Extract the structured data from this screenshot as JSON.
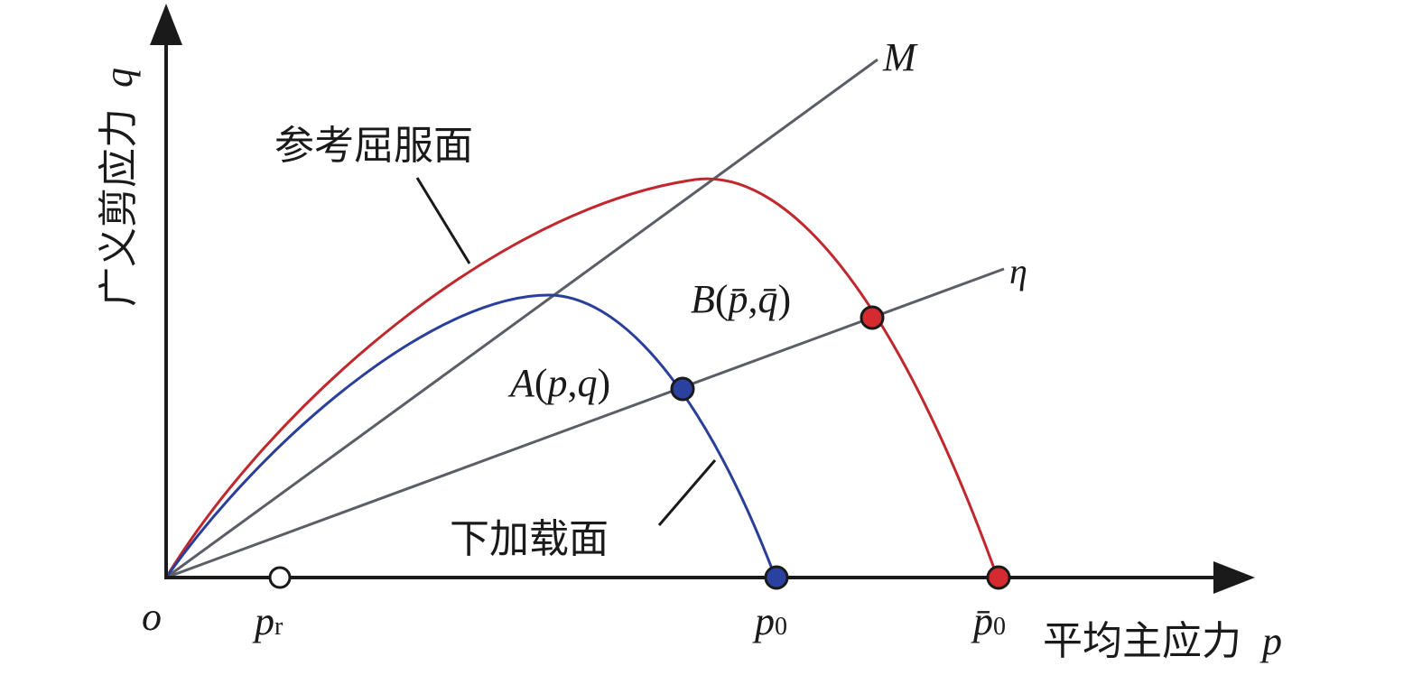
{
  "axes": {
    "y_label_cn": "广义剪应力",
    "y_label_var": "q",
    "x_label_cn": "平均主应力",
    "x_label_var": "p",
    "origin": "o"
  },
  "lines": {
    "m_label": "M",
    "eta_label": "η"
  },
  "curves": {
    "reference_label": "参考屈服面",
    "subloading_label": "下加载面"
  },
  "points": {
    "a_letter": "A",
    "a_open": "(",
    "a_p": "p",
    "a_comma": ",",
    "a_q": "q",
    "a_close": ")",
    "b_letter": "B",
    "b_open": "(",
    "b_p": "p̄",
    "b_comma": ",",
    "b_q": "q̄",
    "b_close": ")"
  },
  "ticks": {
    "pr_var": "p",
    "pr_sub": "r",
    "p0_var": "p",
    "p0_sub": "0",
    "p0bar_var": "p̄",
    "p0bar_sub": "0"
  },
  "colors": {
    "axis": "#1a1a1a",
    "reference_curve": "#c0282d",
    "subloading_curve": "#2a3f9a",
    "lines": "#5b5e66",
    "red_point": "#d42a30",
    "blue_point": "#2b41a0"
  }
}
